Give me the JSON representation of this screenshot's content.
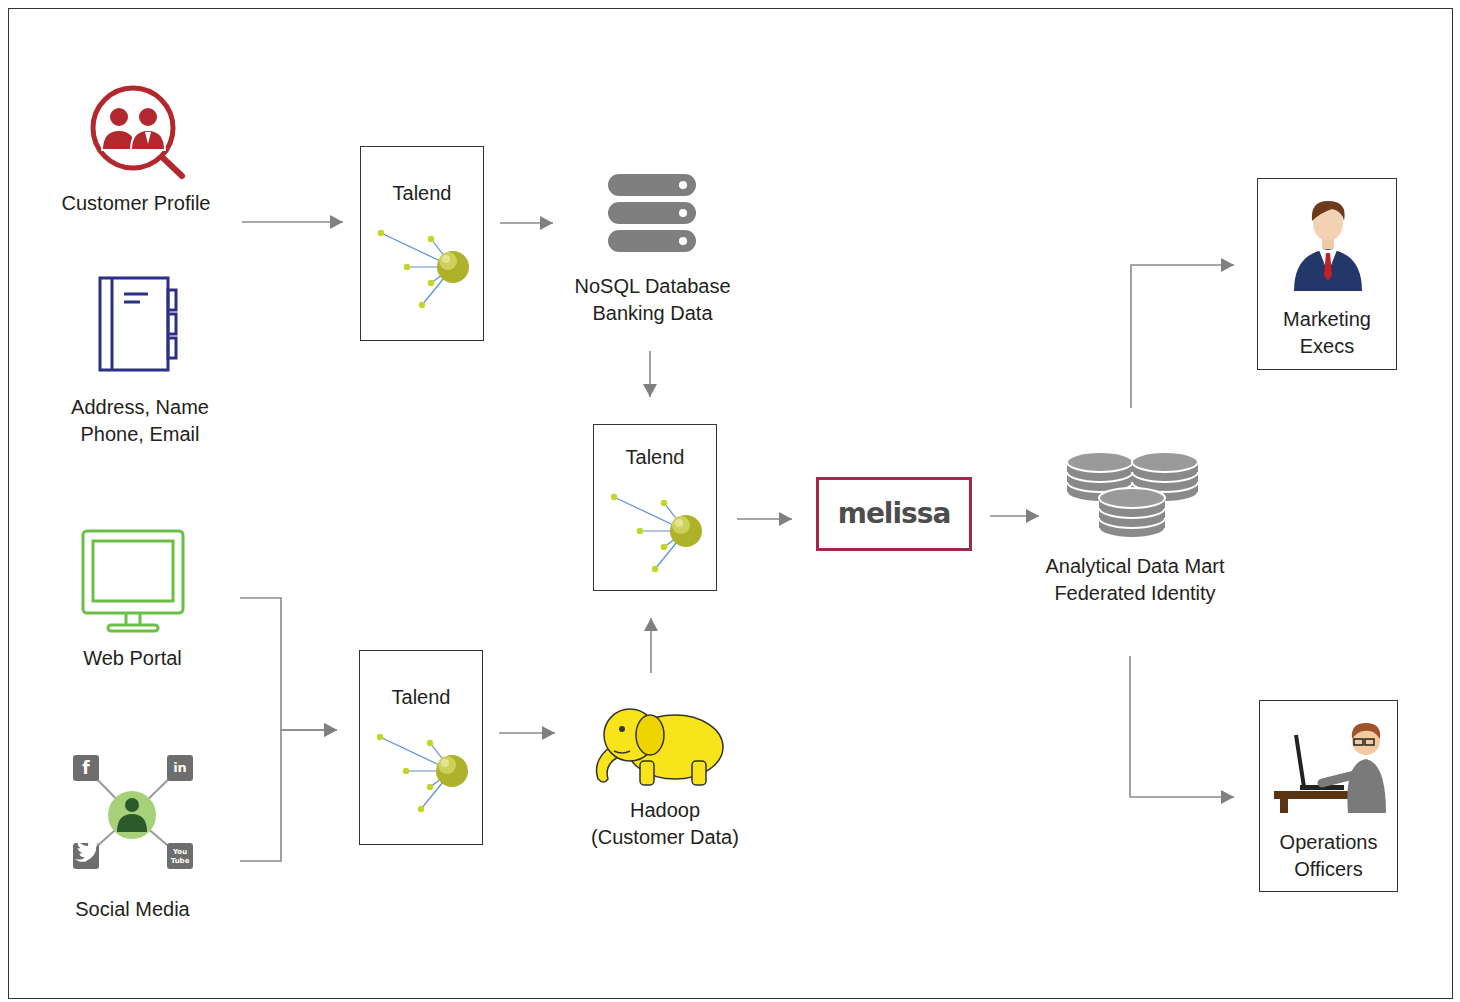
{
  "diagram": {
    "nodes": [
      {
        "text": [
          "Customer Profile"
        ]
      },
      {
        "text": [
          "Talend"
        ]
      },
      {
        "text": [
          "NoSQL Database Banking Data"
        ]
      },
      {
        "text": [
          "Marketing Execs"
        ]
      },
      {
        "text": [
          "Address, Name Phone, Email"
        ]
      },
      {
        "text": [
          "Talend"
        ]
      },
      {
        "text": [
          "melissa"
        ]
      },
      {
        "text": [
          "Analytical Data Mart Federated Identity"
        ]
      },
      {
        "text": [
          "Web Portal"
        ]
      },
      {
        "text": [
          "Talend"
        ]
      },
      {
        "text": [
          "Hadoop (Customer Data)"
        ]
      },
      {
        "text": [
          "Social Media"
        ]
      },
      {
        "text": [
          "Operations Officers"
        ]
      }
    ],
    "edges": [
      {
        "from": 0,
        "to": 1,
        "arrow": "to"
      },
      {
        "from": 1,
        "to": 2,
        "arrow": "to"
      },
      {
        "from": 2,
        "to": 5,
        "arrow": "to"
      },
      {
        "from": 8,
        "to": 9,
        "arrow": "to"
      },
      {
        "from": 11,
        "to": 9,
        "arrow": "to"
      },
      {
        "from": 9,
        "to": 10,
        "arrow": "to"
      },
      {
        "from": 10,
        "to": 5,
        "arrow": "to"
      },
      {
        "from": 5,
        "to": 6,
        "arrow": "to"
      },
      {
        "from": 6,
        "to": 7,
        "arrow": "to"
      },
      {
        "from": 7,
        "to": 3,
        "arrow": "to"
      },
      {
        "from": 7,
        "to": 12,
        "arrow": "to"
      }
    ],
    "labels": [
      "f",
      "in",
      "You Tube"
    ]
  }
}
